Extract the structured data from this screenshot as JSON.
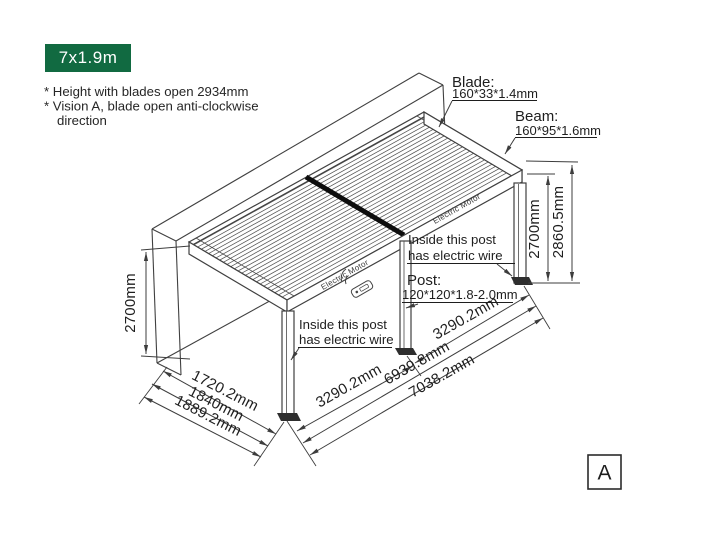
{
  "badge": {
    "label": "7x1.9m",
    "bg": "#116a41",
    "fg": "#ffffff"
  },
  "notes": [
    "* Height with blades open 2934mm",
    "* Vision A, blade open anti-clockwise",
    "direction"
  ],
  "callouts": {
    "blade": {
      "title": "Blade:",
      "spec": "160*33*1.4mm"
    },
    "beam": {
      "title": "Beam:",
      "spec": "160*95*1.6mm"
    },
    "post": {
      "title": "Post:",
      "spec": "120*120*1.8-2.0mm"
    },
    "wire_top": {
      "line1": "Inside this post",
      "line2": "has electric wire"
    },
    "wire_bottom": {
      "line1": "Inside this post",
      "line2": "has electric wire"
    }
  },
  "motors": {
    "left": "Electric Motor",
    "right": "Electric Motor"
  },
  "dimensions": {
    "left_height": "2700mm",
    "right_height": "2700mm",
    "right_total_height": "2860.5mm",
    "depth_inner": "1720.2mm",
    "depth_mid": "1840mm",
    "depth_outer": "1889.2mm",
    "bay_left": "3290.2mm",
    "bay_right": "3290.2mm",
    "length_inner": "6939.8mm",
    "length_outer": "7038.2mm"
  },
  "view_label": "A",
  "colors": {
    "line": "#404040",
    "stripe": "#0d0d0d",
    "accent_green": "#116a41"
  }
}
